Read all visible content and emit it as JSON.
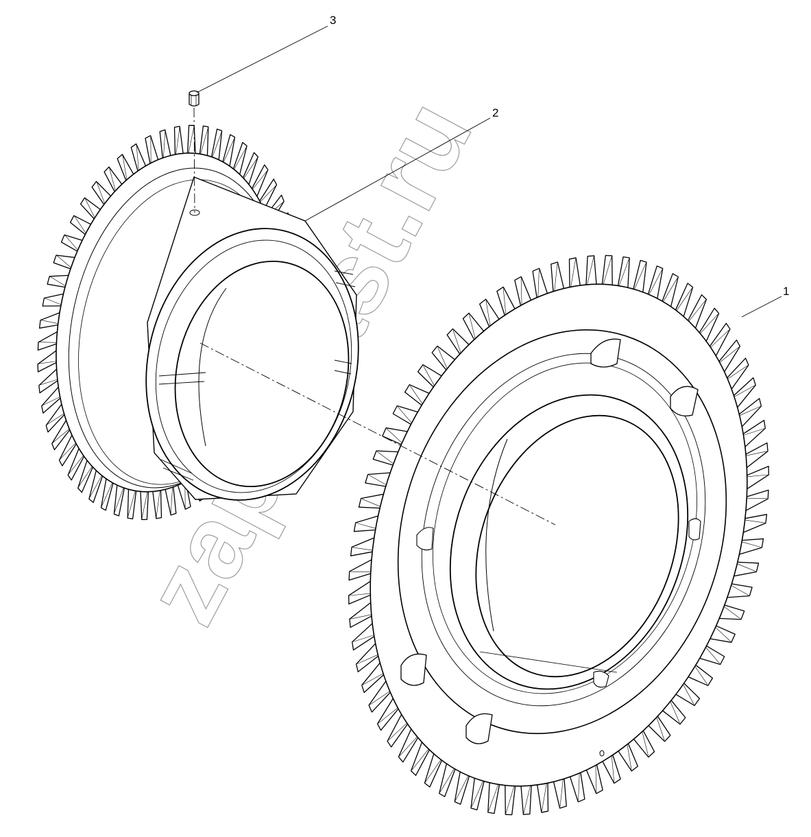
{
  "callouts": [
    {
      "label": "3"
    },
    {
      "label": "2"
    },
    {
      "label": "1"
    }
  ],
  "watermark": {
    "text": "zapchast.ru"
  },
  "parts": [
    {
      "name": "large-helical-gear",
      "teeth": 72,
      "icon": "gear-icon"
    },
    {
      "name": "gear-with-sleeve",
      "teeth": 56,
      "icon": "gear-icon"
    },
    {
      "name": "dowel-pin",
      "icon": "pin-icon"
    }
  ],
  "colors": {
    "line": "#000000",
    "watermark": "#9a9a9a",
    "background": "#ffffff"
  }
}
